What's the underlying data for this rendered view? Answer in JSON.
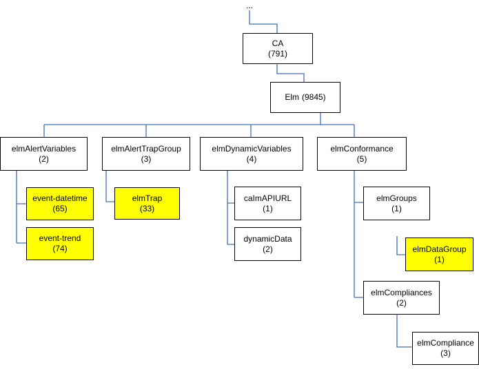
{
  "diagram": {
    "ellipsis": "...",
    "root": {
      "name": "CA",
      "id": "(791)"
    },
    "elm": {
      "name": "Elm",
      "id": "(9845)"
    },
    "alert_vars": {
      "name": "elmAlertVariables",
      "id": "(2)"
    },
    "event_datetime": {
      "name": "event-datetime",
      "id": "(65)"
    },
    "event_trend": {
      "name": "event-trend",
      "id": "(74)"
    },
    "trap_group": {
      "name": "elmAlertTrapGroup",
      "id": "(3)"
    },
    "trap": {
      "name": "elmTrap",
      "id": "(33)"
    },
    "dyn_vars": {
      "name": "elmDynamicVariables",
      "id": "(4)"
    },
    "api_url": {
      "name": "caImAPIURL",
      "id": "(1)"
    },
    "dyn_data": {
      "name": "dynamicData",
      "id": "(2)"
    },
    "conformance": {
      "name": "elmConformance",
      "id": "(5)"
    },
    "groups": {
      "name": "elmGroups",
      "id": "(1)"
    },
    "data_group": {
      "name": "elmDataGroup",
      "id": "(1)"
    },
    "compliances": {
      "name": "elmCompliances",
      "id": "(2)"
    },
    "compliance": {
      "name": "elmCompliance",
      "id": "(3)"
    }
  },
  "colors": {
    "connector": "#3f6fb8",
    "highlight": "#ffff00",
    "border": "#000000"
  }
}
